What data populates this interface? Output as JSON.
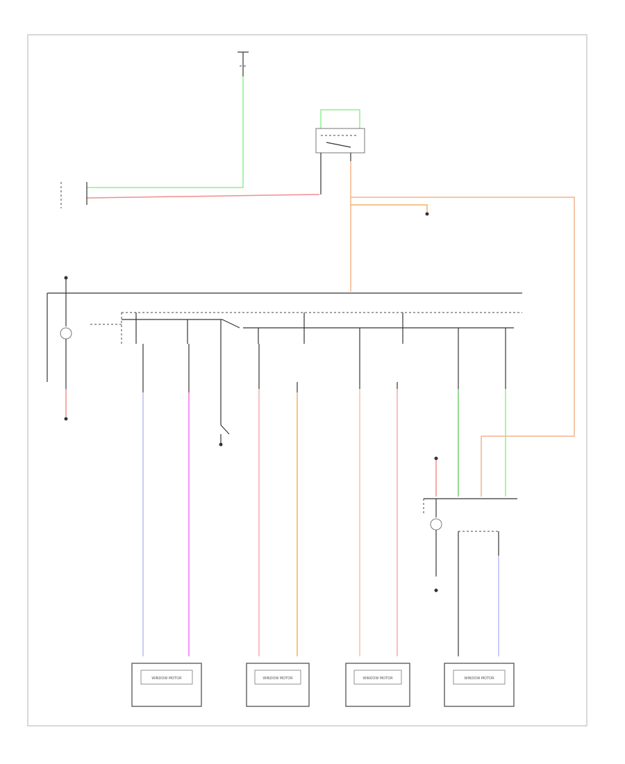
{
  "diagram": {
    "wire_colors": {
      "green": "#8ef08e",
      "pink": "#f08c8c",
      "orange": "#f4b48c",
      "blue": "#b8b8f8",
      "magenta": "#f070f0",
      "light_pink": "#f8a8a8",
      "orange_dark": "#f4b060",
      "peach": "#f8c0a0",
      "dark_green": "#70cc70"
    },
    "motor_labels": [
      "WINDOW MOTOR",
      "WINDOW MOTOR",
      "WINDOW MOTOR",
      "WINDOW MOTOR"
    ]
  }
}
